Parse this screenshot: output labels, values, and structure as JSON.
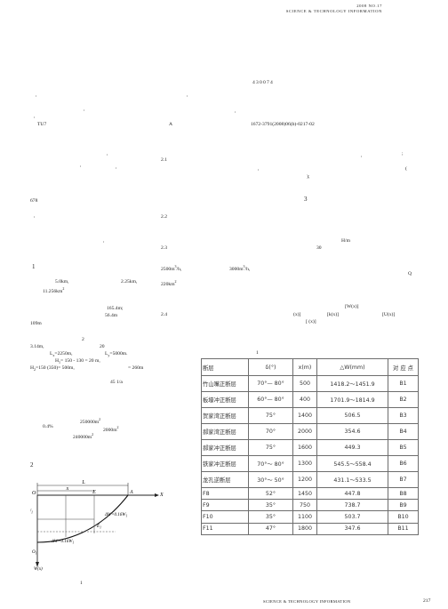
{
  "header": {
    "line1": "2008   NO.17",
    "line2": "SCIENCE & TECHNOLOGY INFORMATION"
  },
  "footer": {
    "journal": "SCIENCE & TECHNOLOGY INFORMATION",
    "page": "217"
  },
  "affiliation_code": "430074",
  "meta": {
    "class_no": "TU7",
    "doc_code": "A",
    "article_id": "1672-3791(2008)06(b)-0217-02"
  },
  "left_col": {
    "n678": "678",
    "sec1": "1",
    "v_50km": "5.0km,",
    "v_225km": "2.25km,",
    "v_area": "11.256km",
    "v_area_sup": "2",
    "v_165": "165.4m;",
    "v_564": "56.4m",
    "v_109": "109m",
    "v_2": "2",
    "v_314": "3.14m,",
    "v_20": "20",
    "lx": "L",
    "lx_sub": "x",
    "lx_val": "=2250m,",
    "ly": "L",
    "ly_sub": "y",
    "ly_val": "=5000m.",
    "h1": "H",
    "h1_sub": "1",
    "h1_val": "= 150 - 130 = 20 m,",
    "h2": "H",
    "h2_sub": "2",
    "h2_val": "=150 (350)= 500m,",
    "h2_end": "= 260m",
    "v_45": "45  1/a",
    "v_250000": "250000m",
    "v_250000_sup": "2",
    "v_04": "0.4%",
    "v_2000": "2000m",
    "v_2000_sup": "2",
    "v_240000": "240000m",
    "v_240000_sup": "2",
    "sec2": "2",
    "fig_caption": "1"
  },
  "right_col": {
    "s21": "2.1",
    "s22": "2.2",
    "s23": "2.3",
    "s24": "2.4",
    "sec3": "3",
    "flow_a": "2500m",
    "flow_a_sup": "3",
    "flow_a_unit": "/h,",
    "flow_b": "3000m",
    "flow_b_sup": "3",
    "flow_b_unit": "/h,",
    "area": "220km",
    "area_sup": "2",
    "hw": "H/m",
    "n30": "30",
    "q": "Q",
    "wx": "[W(x)]",
    "xbr": "(x)]",
    "kx": "[k(x)]",
    "ux": "[U(x)]",
    "brace": "[ (x)]",
    "tbl_caption": "1"
  },
  "table": {
    "headers": [
      "断层",
      "δ(°)",
      "x(m)",
      "△W(mm)",
      "对 应 点"
    ],
    "rows": [
      [
        "竹山嘴正断层",
        "70°— 80°",
        "500",
        "1418.2～1451.9",
        "B1"
      ],
      [
        "板壕冲正断层",
        "60°— 80°",
        "400",
        "1701.9～1814.9",
        "B2"
      ],
      [
        "贺家湾正断层",
        "75°",
        "1400",
        "506.5",
        "B3"
      ],
      [
        "郝家湾正断层",
        "70°",
        "2000",
        "354.6",
        "B4"
      ],
      [
        "郝家冲正断层",
        "75°",
        "1600",
        "449.3",
        "B5"
      ],
      [
        "铁家冲正断层",
        "70°～ 80°",
        "1300",
        "545.5～558.4",
        "B6"
      ],
      [
        "龙孔逆断层",
        "30°～ 50°",
        "1200",
        "431.1～533.5",
        "B7"
      ],
      [
        "F8",
        "52°",
        "1450",
        "447.8",
        "B8"
      ],
      [
        "F9",
        "35°",
        "750",
        "738.7",
        "B9"
      ],
      [
        "F10",
        "35°",
        "1100",
        "503.7",
        "B10"
      ],
      [
        "F11",
        "47°",
        "1800",
        "347.6",
        "B11"
      ]
    ]
  },
  "figure": {
    "label_L": "L",
    "label_O": "O",
    "label_x": "x",
    "label_E": "E",
    "label_A": "A",
    "label_X": "X",
    "label_W1": "W",
    "label_W1_sub": "1",
    "label_E1": "E",
    "label_E1_sub": "1",
    "label_O1": "O",
    "label_O1_sub": "1",
    "label_Wx": "W(x)",
    "dw1": "ΔW=0.16W",
    "dw1_sub": "1",
    "dw2": "ΔW=0.16W",
    "dw2_sub": "1"
  }
}
